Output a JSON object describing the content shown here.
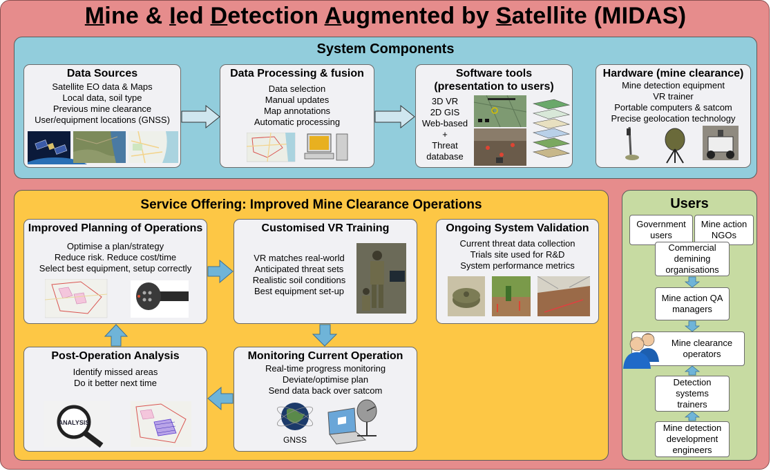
{
  "title": {
    "M": "M",
    "ine": "ine & ",
    "I": "I",
    "ed": "ed ",
    "D": "D",
    "etection": "etection ",
    "A": "A",
    "ugmented": "ugmented by ",
    "S": "S",
    "atellite": "atellite (MIDAS)"
  },
  "system": {
    "title": "System Components",
    "data_sources": {
      "title": "Data Sources",
      "lines": [
        "Satellite EO data & Maps",
        "Local data, soil type",
        "Previous mine clearance",
        "User/equipment locations (GNSS)"
      ]
    },
    "processing": {
      "title": "Data Processing & fusion",
      "lines": [
        "Data selection",
        "Manual updates",
        "Map annotations",
        "Automatic processing"
      ]
    },
    "software": {
      "title1": "Software tools",
      "title2": "(presentation to users)",
      "lines": [
        "3D VR",
        "2D GIS",
        "Web-based",
        "+",
        "Threat",
        "database"
      ]
    },
    "hardware": {
      "title": "Hardware (mine clearance)",
      "lines": [
        "Mine detection equipment",
        "VR trainer",
        "Portable computers & satcom",
        "Precise geolocation technology"
      ]
    }
  },
  "service": {
    "title": "Service Offering: Improved Mine Clearance Operations",
    "planning": {
      "title": "Improved Planning of Operations",
      "lines": [
        "Optimise a plan/strategy",
        "Reduce risk. Reduce cost/time",
        "Select best equipment, setup correctly"
      ]
    },
    "vr": {
      "title": "Customised VR Training",
      "lines": [
        "VR matches real-world",
        "Anticipated threat sets",
        "Realistic soil conditions",
        "Best equipment set-up"
      ]
    },
    "validation": {
      "title": "Ongoing System Validation",
      "lines": [
        "Current threat data collection",
        "Trials site used for R&D",
        "System performance metrics"
      ]
    },
    "post": {
      "title": "Post-Operation Analysis",
      "lines": [
        "Identify missed areas",
        "Do it better next time"
      ],
      "analysis_label": "ANALYSIS"
    },
    "monitoring": {
      "title": "Monitoring Current Operation",
      "lines": [
        "Real-time progress monitoring",
        "Deviate/optimise plan",
        "Send data back over satcom"
      ],
      "gnss_label": "GNSS"
    }
  },
  "users": {
    "title": "Users",
    "government": [
      "Government",
      "users"
    ],
    "ngos": [
      "Mine action",
      "NGOs"
    ],
    "commercial": [
      "Commercial",
      "demining",
      "organisations"
    ],
    "qa": [
      "Mine action QA",
      "managers"
    ],
    "operators": [
      "Mine clearance",
      "operators"
    ],
    "trainers": [
      "Detection",
      "systems",
      "trainers"
    ],
    "engineers": [
      "Mine detection",
      "development",
      "engineers"
    ]
  }
}
